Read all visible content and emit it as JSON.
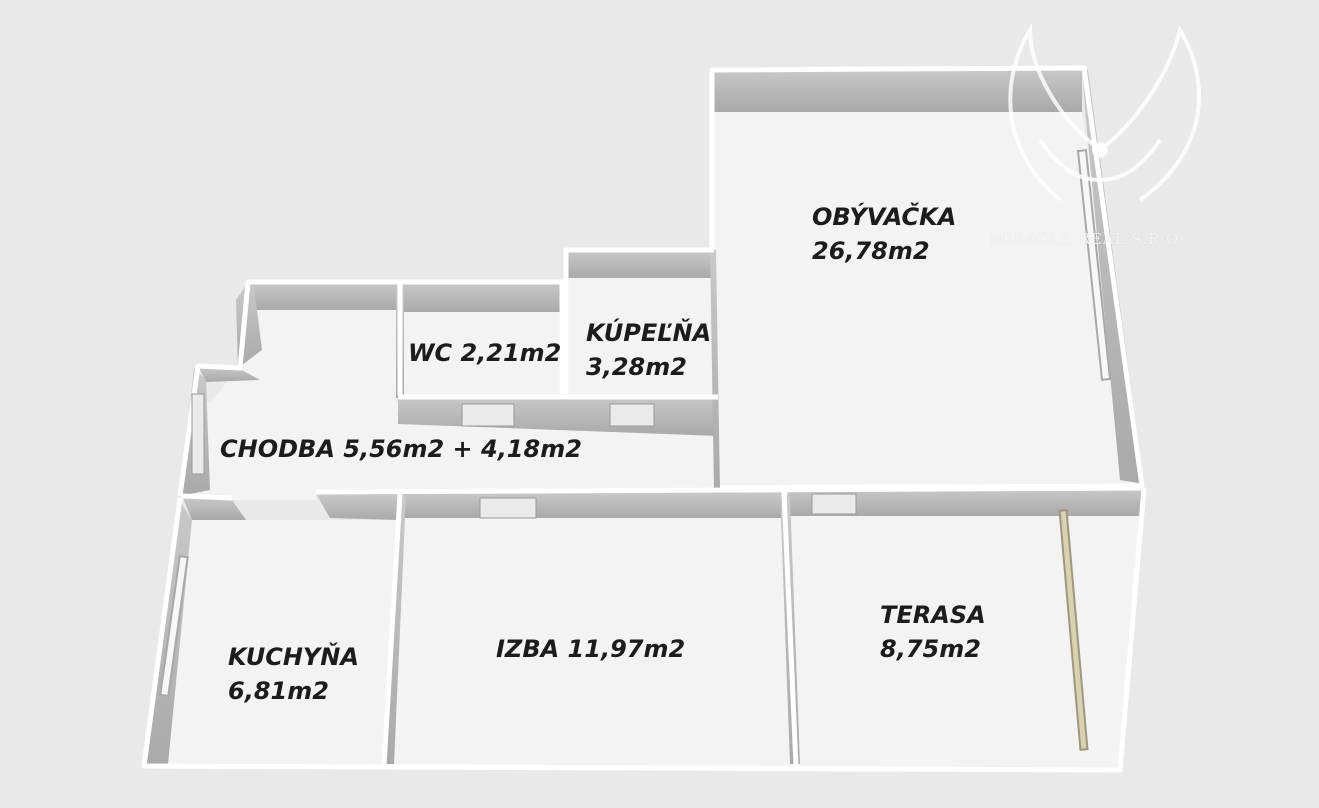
{
  "floorplan": {
    "rooms": [
      {
        "id": "obyvacka",
        "name": "OBÝVAČKA",
        "area": "26,78m2"
      },
      {
        "id": "wc",
        "name": "WC 2,21m2",
        "area": ""
      },
      {
        "id": "kupelna",
        "name": "KÚPEĽŇA",
        "area": "3,28m2"
      },
      {
        "id": "chodba",
        "name": "CHODBA 5,56m2 + 4,18m2",
        "area": ""
      },
      {
        "id": "kuchyna",
        "name": "KUCHYŇA",
        "area": "6,81m2"
      },
      {
        "id": "izba",
        "name": "IZBA 11,97m2",
        "area": ""
      },
      {
        "id": "terasa",
        "name": "TERASA",
        "area": "8,75m2"
      }
    ]
  },
  "watermark": {
    "text": "MIRACLE REAL S.R.O.",
    "logo": "angel-wings-logo"
  },
  "colors": {
    "background": "#e9e9e9",
    "floor": "#f3f3f3",
    "wall_top": "#ffffff",
    "wall_face": "#b9b9b9"
  }
}
